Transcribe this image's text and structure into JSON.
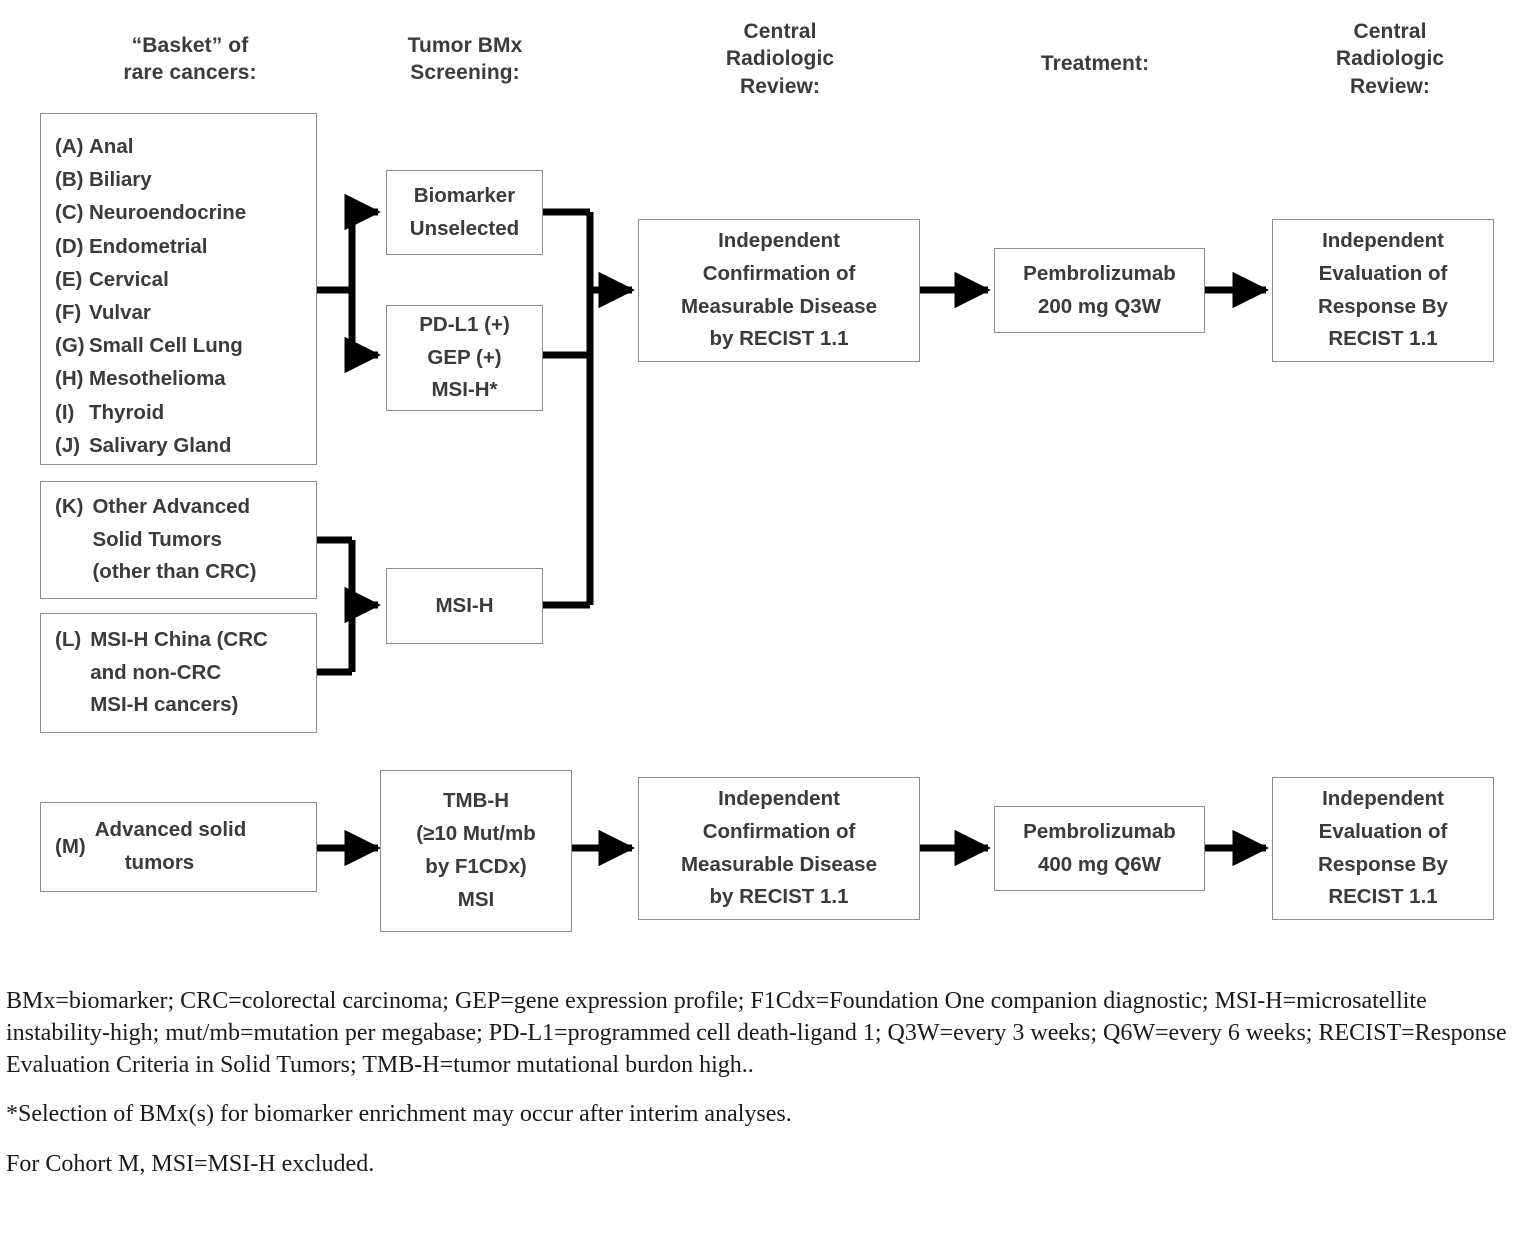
{
  "headers": [
    {
      "name": "basket",
      "lines": [
        "“Basket” of",
        "rare cancers:"
      ]
    },
    {
      "name": "screening",
      "lines": [
        "Tumor BMx",
        "Screening:"
      ]
    },
    {
      "name": "central-review-1",
      "lines": [
        "Central",
        "Radiologic",
        "Review:"
      ]
    },
    {
      "name": "treatment",
      "lines": [
        "Treatment:"
      ]
    },
    {
      "name": "central-review-2",
      "lines": [
        "Central",
        "Radiologic",
        "Review:"
      ]
    }
  ],
  "cohorts": {
    "rare_cancers": [
      {
        "key": "(A)",
        "label": "Anal"
      },
      {
        "key": "(B)",
        "label": "Biliary"
      },
      {
        "key": "(C)",
        "label": "Neuroendocrine"
      },
      {
        "key": "(D)",
        "label": "Endometrial"
      },
      {
        "key": "(E)",
        "label": "Cervical"
      },
      {
        "key": "(F)",
        "label": "Vulvar"
      },
      {
        "key": "(G)",
        "label": "Small Cell Lung"
      },
      {
        "key": "(H)",
        "label": "Mesothelioma"
      },
      {
        "key": "(I)",
        "label": "Thyroid"
      },
      {
        "key": "(J)",
        "label": "Salivary Gland"
      }
    ],
    "cohort_k": {
      "key": "(K)",
      "lines": [
        "Other Advanced",
        "Solid Tumors",
        "(other than CRC)"
      ]
    },
    "cohort_l": {
      "key": "(L)",
      "lines": [
        "MSI-H China (CRC",
        "and non-CRC",
        "MSI-H cancers)"
      ]
    },
    "cohort_m": {
      "key": "(M)",
      "lines": [
        "Advanced solid",
        "tumors"
      ]
    }
  },
  "screening": {
    "biomarker_unselected": {
      "lines": [
        "Biomarker",
        "Unselected"
      ]
    },
    "biomarker_selected": {
      "lines": [
        "PD-L1 (+)",
        "GEP (+)",
        "MSI-H*"
      ]
    },
    "msi_h": {
      "lines": [
        "MSI-H"
      ]
    },
    "tmb_h": {
      "lines": [
        "TMB-H",
        "(≥10 Mut/mb",
        "by F1CDx)",
        "MSI"
      ]
    }
  },
  "review": {
    "confirmation": {
      "lines": [
        "Independent",
        "Confirmation of",
        "Measurable Disease",
        "by RECIST 1.1"
      ]
    },
    "evaluation": {
      "lines": [
        "Independent",
        "Evaluation of",
        "Response By",
        "RECIST 1.1"
      ]
    }
  },
  "treatment": {
    "arm_q3w": {
      "lines": [
        "Pembrolizumab",
        "200 mg Q3W"
      ]
    },
    "arm_q6w": {
      "lines": [
        "Pembrolizumab",
        "400 mg Q6W"
      ]
    }
  },
  "footnotes": [
    "BMx=biomarker; CRC=colorectal carcinoma; GEP=gene expression profile; F1Cdx=Foundation One companion diagnostic; MSI-H=microsatellite instability-high; mut/mb=mutation per megabase; PD-L1=programmed cell death-ligand 1; Q3W=every 3 weeks; Q6W=every 6 weeks; RECIST=Response Evaluation Criteria in Solid Tumors; TMB-H=tumor mutational burdon high..",
    "*Selection of BMx(s) for biomarker enrichment may occur after interim analyses.",
    "For Cohort M, MSI=MSI-H excluded."
  ],
  "colors": {
    "box_border": "#8d8d8d",
    "box_text": "#3b3b3b",
    "connector": "#000000",
    "footnote_text": "#1a1a1a",
    "background": "#ffffff"
  }
}
